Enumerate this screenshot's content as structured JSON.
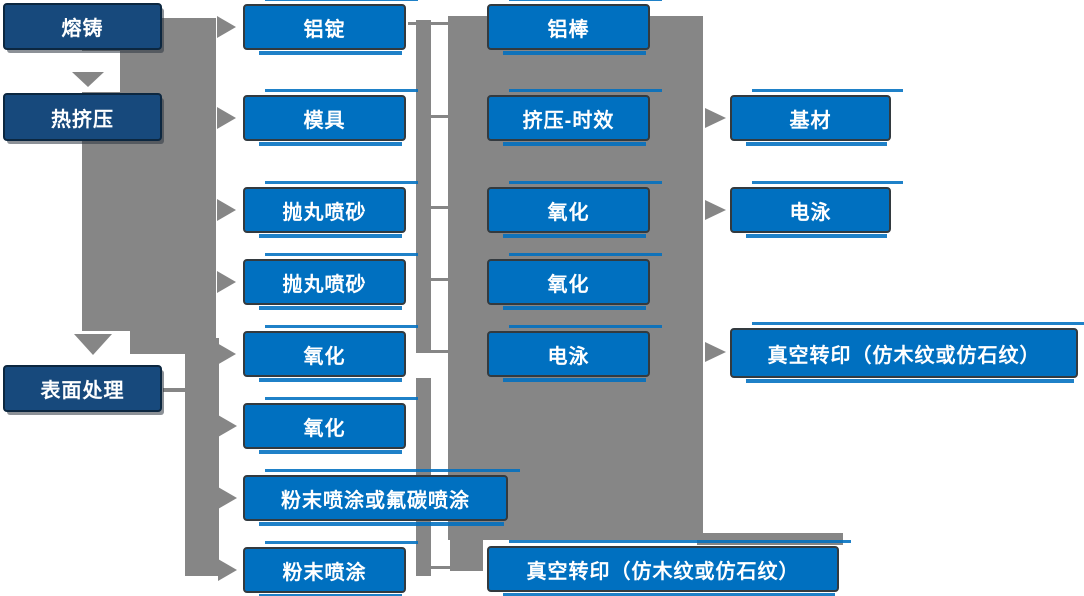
{
  "diagram": {
    "description": "Aluminium profile production process flowchart",
    "colors": {
      "node_primary": "#0070C0",
      "node_dark": "#17497C",
      "connector": "#868686",
      "text": "#FFFFFF"
    },
    "nodes": [
      {
        "id": "melt-casting",
        "label": "熔铸"
      },
      {
        "id": "hot-extrusion",
        "label": "热挤压"
      },
      {
        "id": "surface-treatment",
        "label": "表面处理"
      },
      {
        "id": "aluminum-ingot",
        "label": "铝锭"
      },
      {
        "id": "mold",
        "label": "模具"
      },
      {
        "id": "shot-blasting-1",
        "label": "抛丸喷砂"
      },
      {
        "id": "shot-blasting-2",
        "label": "抛丸喷砂"
      },
      {
        "id": "oxidation-1",
        "label": "氧化"
      },
      {
        "id": "oxidation-2",
        "label": "氧化"
      },
      {
        "id": "powder-or-fluorocarbon-coating",
        "label": "粉末喷涂或氟碳喷涂"
      },
      {
        "id": "powder-coating",
        "label": "粉末喷涂"
      },
      {
        "id": "aluminum-rod",
        "label": "铝棒"
      },
      {
        "id": "extrusion-aging",
        "label": "挤压-时效"
      },
      {
        "id": "oxidation-3",
        "label": "氧化"
      },
      {
        "id": "oxidation-4",
        "label": "氧化"
      },
      {
        "id": "electrophoresis-1",
        "label": "电泳"
      },
      {
        "id": "vacuum-transfer-print-1",
        "label": "真空转印（仿木纹或仿石纹）"
      },
      {
        "id": "base-material",
        "label": "基材"
      },
      {
        "id": "electrophoresis-2",
        "label": "电泳"
      },
      {
        "id": "vacuum-transfer-print-2",
        "label": "真空转印（仿木纹或仿石纹）"
      }
    ],
    "edges": [
      {
        "from": "melt-casting",
        "to": "hot-extrusion"
      },
      {
        "from": "hot-extrusion",
        "to": "aluminum-ingot"
      },
      {
        "from": "hot-extrusion",
        "to": "mold"
      },
      {
        "from": "hot-extrusion",
        "to": "shot-blasting-1"
      },
      {
        "from": "hot-extrusion",
        "to": "shot-blasting-2"
      },
      {
        "from": "hot-extrusion",
        "to": "oxidation-1"
      },
      {
        "from": "hot-extrusion",
        "to": "surface-treatment"
      },
      {
        "from": "surface-treatment",
        "to": "oxidation-2"
      },
      {
        "from": "surface-treatment",
        "to": "powder-or-fluorocarbon-coating"
      },
      {
        "from": "surface-treatment",
        "to": "powder-coating"
      },
      {
        "from": "aluminum-ingot",
        "to": "aluminum-rod"
      },
      {
        "from": "mold",
        "to": "extrusion-aging"
      },
      {
        "from": "shot-blasting-1",
        "to": "oxidation-3"
      },
      {
        "from": "shot-blasting-2",
        "to": "oxidation-4"
      },
      {
        "from": "oxidation-1",
        "to": "electrophoresis-1"
      },
      {
        "from": "powder-coating",
        "to": "vacuum-transfer-print-1"
      },
      {
        "from": "extrusion-aging",
        "to": "base-material"
      },
      {
        "from": "oxidation-3",
        "to": "electrophoresis-2"
      },
      {
        "from": "electrophoresis-1",
        "to": "vacuum-transfer-print-2"
      }
    ]
  }
}
